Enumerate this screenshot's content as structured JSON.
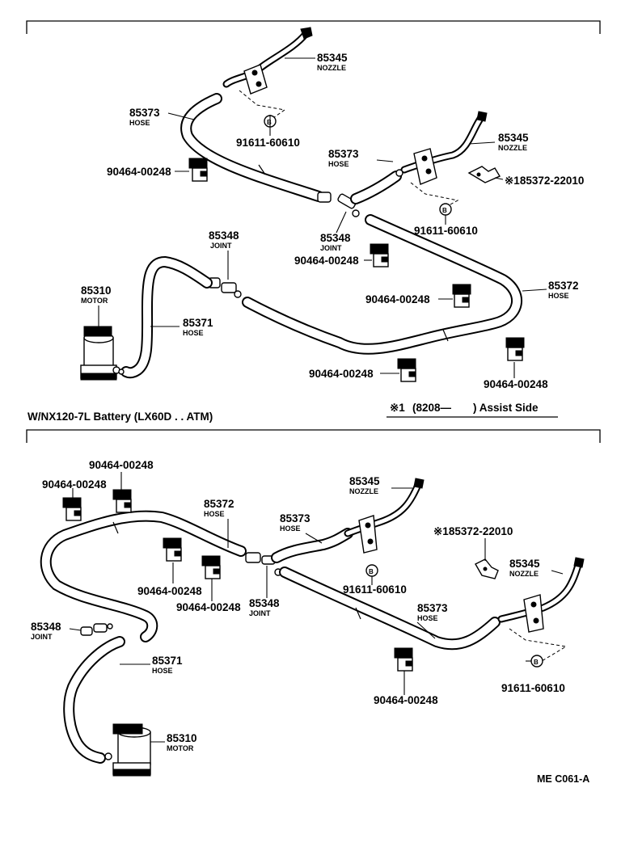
{
  "top": {
    "caption": "W/NX120-7L Battery (LX60D . . ATM)",
    "note_mark": "※1",
    "note_text": "(8208—  ) Assist Side",
    "labels": {
      "nozzle_a_num": "85345",
      "nozzle_a_name": "NOZZLE",
      "hose_a_num": "85373",
      "hose_a_name": "HOSE",
      "bolt_a": "91611-60610",
      "clip_a": "90464-00248",
      "nozzle_b_num": "85345",
      "nozzle_b_name": "NOZZLE",
      "hose_b_num": "85373",
      "hose_b_name": "HOSE",
      "assist": "※185372-22010",
      "joint_a_num": "85348",
      "joint_a_name": "JOINT",
      "bolt_b": "91611-60610",
      "clip_b": "90464-00248",
      "joint_b_num": "85348",
      "joint_b_name": "JOINT",
      "hose_c_num": "85372",
      "hose_c_name": "HOSE",
      "motor_num": "85310",
      "motor_name": "MOTOR",
      "hose_d_num": "85371",
      "hose_d_name": "HOSE",
      "clip_c": "90464-00248",
      "clip_d": "90464-00248",
      "clip_e": "90464-00248"
    }
  },
  "bottom": {
    "labels": {
      "clip_a": "90464-00248",
      "clip_b": "90464-00248",
      "hose_c_num": "85372",
      "hose_c_name": "HOSE",
      "nozzle_a_num": "85345",
      "nozzle_a_name": "NOZZLE",
      "hose_a_num": "85373",
      "hose_a_name": "HOSE",
      "assist": "※185372-22010",
      "nozzle_b_num": "85345",
      "nozzle_b_name": "NOZZLE",
      "clip_c": "90464-00248",
      "bolt_a": "91611-60610",
      "clip_d": "90464-00248",
      "joint_a_num": "85348",
      "joint_a_name": "JOINT",
      "hose_b_num": "85373",
      "hose_b_name": "HOSE",
      "joint_b_num": "85348",
      "joint_b_name": "JOINT",
      "hose_d_num": "85371",
      "hose_d_name": "HOSE",
      "clip_e": "90464-00248",
      "bolt_b": "91611-60610",
      "motor_num": "85310",
      "motor_name": "MOTOR"
    }
  },
  "ref_code": "ME C061-A"
}
